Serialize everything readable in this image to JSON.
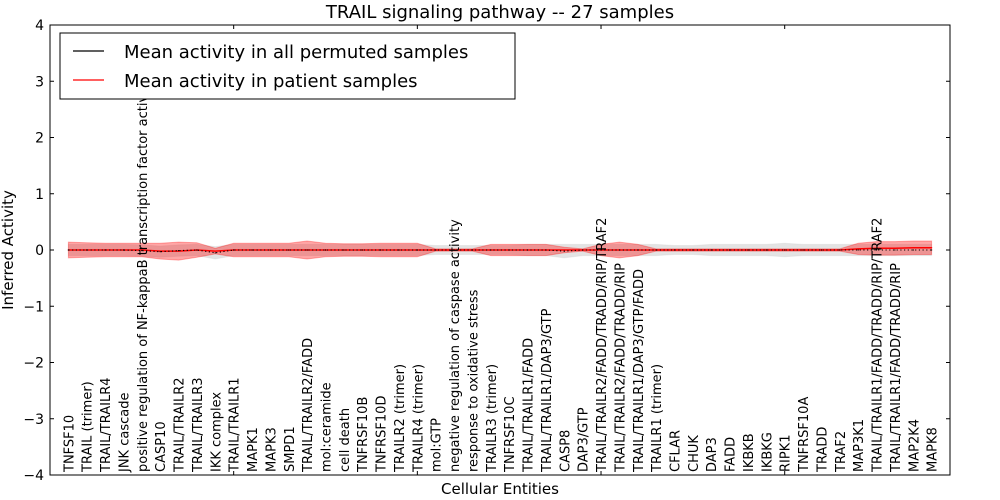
{
  "chart_data": {
    "type": "line",
    "title": "TRAIL signaling pathway -- 27 samples",
    "xlabel": "Cellular Entities",
    "ylabel": "Inferred Activity",
    "ylim": [
      -4,
      4
    ],
    "xlim": [
      0,
      49
    ],
    "yticks": [
      4,
      3,
      2,
      1,
      0,
      -1,
      -2,
      -3,
      -4
    ],
    "ytick_labels": [
      "4",
      "3",
      "2",
      "1",
      "0",
      "−1",
      "−2",
      "−3",
      "−4"
    ],
    "grid": false,
    "legend_position": "top-left",
    "categories": [
      "TNFSF10",
      "TRAIL (trimer)",
      "TRAIL/TRAILR4",
      "JNK cascade",
      "positive regulation of NF-kappaB transcription factor activity",
      "CASP10",
      "TRAIL/TRAILR2",
      "TRAIL/TRAILR3",
      "IKK complex",
      "TRAIL/TRAILR1",
      "MAPK1",
      "MAPK3",
      "SMPD1",
      "TRAIL/TRAILR2/FADD",
      "mol:ceramide",
      "cell death",
      "TNFRSF10B",
      "TNFRSF10D",
      "TRAILR2 (trimer)",
      "TRAILR4 (trimer)",
      "mol:GTP",
      "negative regulation of caspase activity",
      "response to oxidative stress",
      "TRAILR3 (trimer)",
      "TNFRSF10C",
      "TRAIL/TRAILR1/FADD",
      "TRAIL/TRAILR1/DAP3/GTP",
      "CASP8",
      "DAP3/GTP",
      "TRAIL/TRAILR2/FADD/TRADD/RIP/TRAF2",
      "TRAIL/TRAILR2/FADD/TRADD/RIP",
      "TRAIL/TRAILR1/DAP3/GTP/FADD",
      "TRAILR1 (trimer)",
      "CFLAR",
      "CHUK",
      "DAP3",
      "FADD",
      "IKBKB",
      "IKBKG",
      "RIPK1",
      "TNFRSF10A",
      "TRADD",
      "TRAF2",
      "MAP3K1",
      "TRAIL/TRAILR1/FADD/TRADD/RIP/TRAF2",
      "TRAIL/TRAILR1/FADD/TRADD/RIP",
      "MAP2K4",
      "MAPK8"
    ],
    "series": [
      {
        "name": "Mean activity in all permuted samples",
        "color": "#000000",
        "band_color": "#cccccc",
        "values": [
          0,
          0,
          0,
          0,
          -0.01,
          -0.03,
          -0.01,
          0,
          -0.05,
          0,
          0,
          0,
          0,
          0,
          0,
          0,
          0,
          0,
          0,
          0,
          0,
          0,
          0,
          0,
          0,
          0,
          0,
          -0.02,
          0,
          0,
          0,
          0,
          0,
          0,
          0,
          0,
          0,
          0,
          0,
          0,
          0,
          0,
          0,
          0,
          0,
          0,
          0,
          0
        ],
        "band": [
          0.1,
          0.1,
          0.1,
          0.1,
          0.1,
          0.1,
          0.1,
          0.1,
          0.11,
          0.1,
          0.1,
          0.1,
          0.1,
          0.1,
          0.1,
          0.1,
          0.1,
          0.1,
          0.1,
          0.1,
          0.08,
          0.08,
          0.08,
          0.08,
          0.08,
          0.1,
          0.1,
          0.12,
          0.1,
          0.1,
          0.1,
          0.1,
          0.1,
          0.08,
          0.08,
          0.1,
          0.1,
          0.1,
          0.1,
          0.12,
          0.1,
          0.1,
          0.1,
          0.1,
          0.1,
          0.1,
          0.1,
          0.1
        ]
      },
      {
        "name": "Mean activity in patient samples",
        "color": "#ff0000",
        "band_color": "#ff0000",
        "values": [
          0,
          0,
          0,
          0,
          0,
          -0.02,
          -0.02,
          0,
          -0.02,
          0,
          0,
          0,
          0,
          0,
          0,
          0,
          0,
          0,
          0,
          0,
          0,
          0,
          0,
          0,
          0,
          0,
          0,
          0,
          0,
          0,
          0,
          0,
          0,
          0,
          0,
          0,
          0,
          0,
          0,
          0,
          0,
          0,
          0,
          0.02,
          0.03,
          0.03,
          0.04,
          0.04
        ],
        "band": [
          0.14,
          0.13,
          0.12,
          0.12,
          0.12,
          0.14,
          0.16,
          0.13,
          0.05,
          0.12,
          0.12,
          0.12,
          0.12,
          0.16,
          0.12,
          0.11,
          0.11,
          0.12,
          0.12,
          0.12,
          0.02,
          0.02,
          0.02,
          0.1,
          0.1,
          0.1,
          0.1,
          0.05,
          0.02,
          0.1,
          0.14,
          0.1,
          0.02,
          0.02,
          0.02,
          0.02,
          0.02,
          0.02,
          0.02,
          0.02,
          0.02,
          0.02,
          0.02,
          0.1,
          0.12,
          0.12,
          0.12,
          0.12
        ]
      }
    ]
  }
}
